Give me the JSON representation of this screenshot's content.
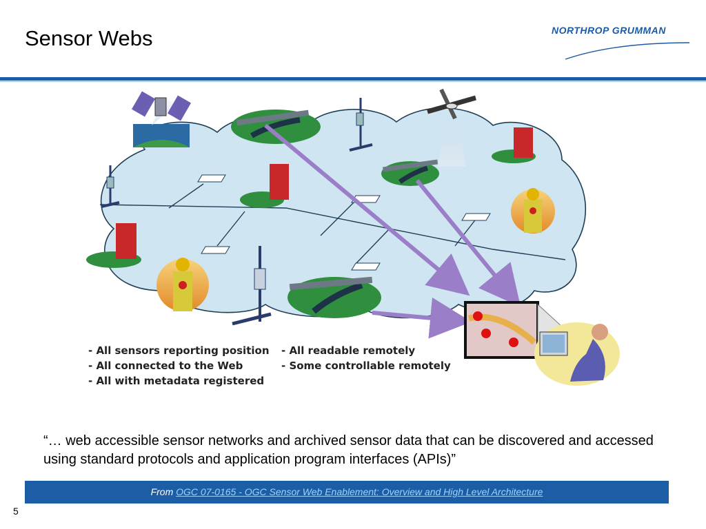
{
  "slide": {
    "title": "Sensor Webs",
    "logo_text": "NORTHROP GRUMMAN",
    "page_number": "5"
  },
  "diagram": {
    "bullets_left": [
      "- All sensors reporting position",
      "- All connected to the Web",
      "- All with metadata registered"
    ],
    "bullets_right": [
      "- All readable remotely",
      "- Some controllable remotely"
    ],
    "icons": [
      "satellite-icon",
      "uav-icon",
      "weather-station-icon",
      "traffic-camera-icon",
      "building-sensor-icon",
      "firefighter-icon",
      "map-display-icon",
      "analyst-at-computer-icon",
      "network-node-icon"
    ],
    "colors": {
      "cloud": "#cfe6f2",
      "arrow": "#9a7fc8",
      "building": "#c8282a",
      "ground": "#2f8f3f"
    }
  },
  "quote": "“… web accessible sensor networks and archived sensor data that can be discovered and accessed using standard protocols and application program interfaces (APIs)”",
  "footer": {
    "prefix": "From ",
    "link_text": "OGC 07-0165  - OGC Sensor Web Enablement:  Overview and High Level Architecture"
  },
  "colors": {
    "brand": "#1b5ea5"
  }
}
